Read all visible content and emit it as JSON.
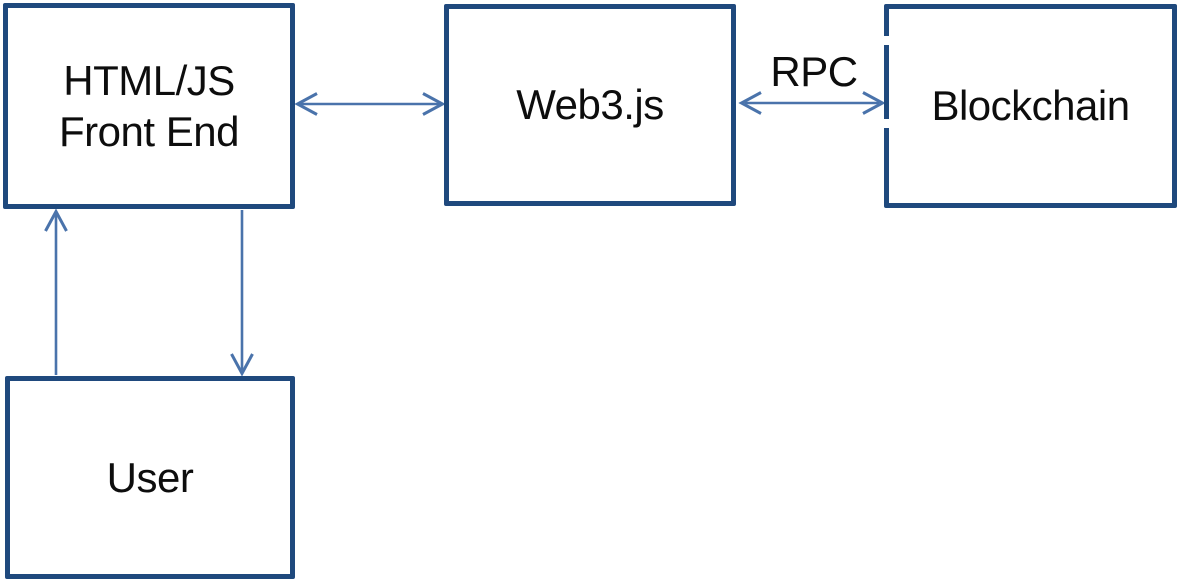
{
  "diagram": {
    "type": "architecture-flow-diagram",
    "nodes": {
      "frontend": {
        "label": "HTML/JS\nFront End"
      },
      "web3": {
        "label": "Web3.js"
      },
      "blockchain": {
        "label": "Blockchain"
      },
      "user": {
        "label": "User"
      }
    },
    "edges": [
      {
        "from": "frontend",
        "to": "web3",
        "direction": "bidirectional",
        "label": ""
      },
      {
        "from": "web3",
        "to": "blockchain",
        "direction": "bidirectional",
        "label": "RPC"
      },
      {
        "from": "user",
        "to": "frontend",
        "direction": "unidirectional-up",
        "label": ""
      },
      {
        "from": "frontend",
        "to": "user",
        "direction": "unidirectional-down",
        "label": ""
      }
    ],
    "colors": {
      "box_border": "#1f497d",
      "box_fill": "#ffffff",
      "arrow": "#4a73ab",
      "text": "#0d0d0d",
      "background": "#ffffff"
    }
  }
}
